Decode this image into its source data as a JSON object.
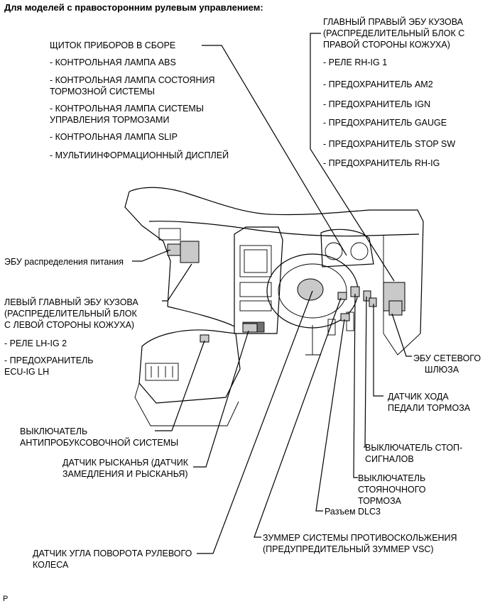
{
  "title": "Для моделей с правосторонним рулевым управлением:",
  "instrument_cluster": {
    "header": "ЩИТОК ПРИБОРОВ В СБОРЕ",
    "items": [
      "- КОНТРОЛЬНАЯ ЛАМПА ABS",
      "- КОНТРОЛЬНАЯ ЛАМПА СОСТОЯНИЯ",
      "ТОРМОЗНОЙ СИСТЕМЫ",
      "- КОНТРОЛЬНАЯ ЛАМПА СИСТЕМЫ",
      "УПРАВЛЕНИЯ ТОРМОЗАМИ",
      "- КОНТРОЛЬНАЯ ЛАМПА SLIP",
      "- МУЛЬТИИНФОРМАЦИОННЫЙ ДИСПЛЕЙ"
    ]
  },
  "main_body_ecu_rh": {
    "header": [
      "ГЛАВНЫЙ ПРАВЫЙ ЭБУ КУЗОВА",
      "(РАСПРЕДЕЛИТЕЛЬНЫЙ БЛОК С",
      "ПРАВОЙ СТОРОНЫ КОЖУХА)"
    ],
    "items": [
      "- РЕЛЕ RH-IG 1",
      "- ПРЕДОХРАНИТЕЛЬ AM2",
      "- ПРЕДОХРАНИТЕЛЬ IGN",
      "- ПРЕДОХРАНИТЕЛЬ GAUGE",
      "- ПРЕДОХРАНИТЕЛЬ STOP SW",
      "- ПРЕДОХРАНИТЕЛЬ RH-IG"
    ]
  },
  "power_distribution_ecu": "ЭБУ распределения питания",
  "main_body_ecu_lh": {
    "header": [
      "ЛЕВЫЙ ГЛАВНЫЙ ЭБУ КУЗОВА",
      "(РАСПРЕДЕЛИТЕЛЬНЫЙ БЛОК",
      "С ЛЕВОЙ СТОРОНЫ КОЖУХА)"
    ],
    "items": [
      "- РЕЛЕ LH-IG 2",
      "- ПРЕДОХРАНИТЕЛЬ",
      "ECU-IG LH"
    ]
  },
  "network_gateway_ecu": [
    "ЭБУ СЕТЕВОГО",
    "ШЛЮЗА"
  ],
  "brake_pedal_stroke_sensor": [
    "ДАТЧИК ХОДА",
    "ПЕДАЛИ ТОРМОЗА"
  ],
  "stop_light_switch": [
    "ВЫКЛЮЧАТЕЛЬ СТОП-",
    "СИГНАЛОВ"
  ],
  "parking_brake_switch": [
    "ВЫКЛЮЧАТЕЛЬ",
    "СТОЯНОЧНОГО",
    "ТОРМОЗА"
  ],
  "dlc3": "Разъем DLC3",
  "skid_control_buzzer": [
    "ЗУММЕР СИСТЕМЫ ПРОТИВОСКОЛЬЖЕНИЯ",
    "(ПРЕДУПРЕДИТЕЛЬНЫЙ ЗУММЕР VSC)"
  ],
  "steering_angle_sensor": [
    "ДАТЧИК УГЛА ПОВОРОТА РУЛЕВОГО",
    "КОЛЕСА"
  ],
  "traction_off_switch": [
    "ВЫКЛЮЧАТЕЛЬ",
    "АНТИПРОБУКСОВОЧНОЙ СИСТЕМЫ"
  ],
  "yaw_rate_sensor": [
    "ДАТЧИК РЫСКАНЬЯ (ДАТЧИК",
    "ЗАМЕДЛЕНИЯ И РЫСКАНЬЯ)"
  ],
  "footer_code": "P"
}
